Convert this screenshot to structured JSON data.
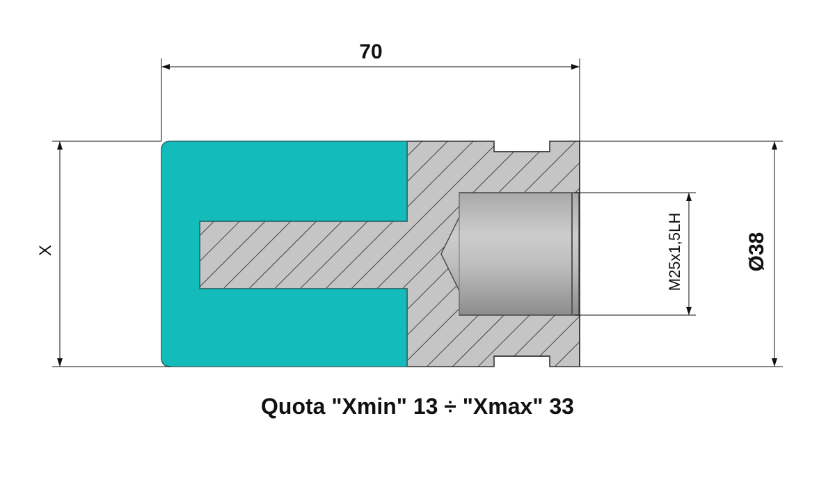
{
  "drawing": {
    "dim_length": "70",
    "dim_height": "X",
    "dim_diameter": "Ø38",
    "dim_thread": "M25x1,5LH",
    "caption": "Quota \"Xmin\" 13 ÷ \"Xmax\" 33"
  },
  "colors": {
    "polymer_part": "#14bbbb",
    "steel_hub": "#c5c5c5",
    "bore": "#9d9d9d",
    "lines": "#111111"
  }
}
